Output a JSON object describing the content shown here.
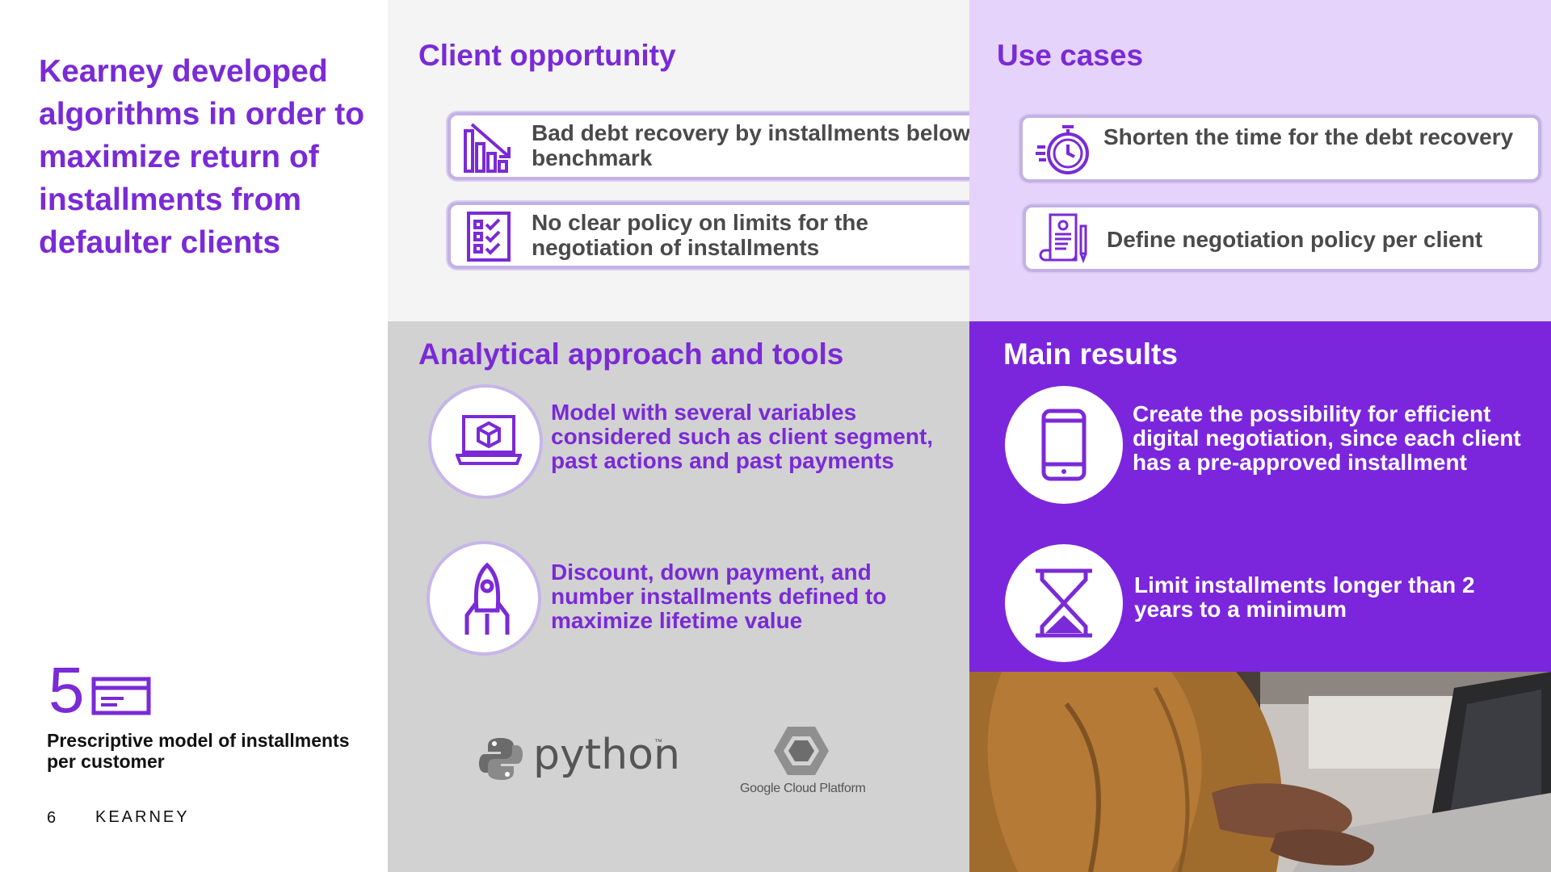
{
  "headline": "Kearney developed algorithms in order to maximize return of installments from defaulter clients",
  "stat": {
    "number": "5",
    "label": "Prescriptive model of installments per customer"
  },
  "footer": {
    "page_number": "6",
    "brand": "KEARNEY"
  },
  "client_opportunity": {
    "title": "Client opportunity",
    "items": [
      {
        "icon": "declining-bar-chart-icon",
        "text": "Bad debt recovery by installments below benchmark"
      },
      {
        "icon": "checklist-icon",
        "text": "No clear policy on limits for the negotiation of installments"
      }
    ]
  },
  "use_cases": {
    "title": "Use cases",
    "items": [
      {
        "icon": "stopwatch-icon",
        "text": "Shorten the time for the debt recovery"
      },
      {
        "icon": "contract-document-icon",
        "text": "Define negotiation policy per client"
      }
    ]
  },
  "approach": {
    "title": "Analytical approach and tools",
    "items": [
      {
        "icon": "laptop-cube-icon",
        "text": "Model with several variables considered such as client segment, past actions and past payments"
      },
      {
        "icon": "rocket-icon",
        "text": "Discount, down payment, and number installments defined to maximize lifetime value"
      }
    ],
    "tools": [
      {
        "icon": "python-logo-icon",
        "name": "python",
        "mark": "™"
      },
      {
        "icon": "google-cloud-platform-logo-icon",
        "name": "Google Cloud Platform"
      }
    ]
  },
  "results": {
    "title": "Main results",
    "items": [
      {
        "icon": "smartphone-icon",
        "text": "Create the possibility for efficient digital negotiation, since each client has a pre-approved installment"
      },
      {
        "icon": "hourglass-icon",
        "text": "Limit installments longer than 2 years to a minimum"
      }
    ]
  },
  "colors": {
    "accent": "#7a2ad6",
    "results_bg": "#7b26dd",
    "use_cases_bg": "#e6d3fb",
    "approach_bg": "#d2d2d2",
    "client_bg": "#f4f4f4"
  }
}
